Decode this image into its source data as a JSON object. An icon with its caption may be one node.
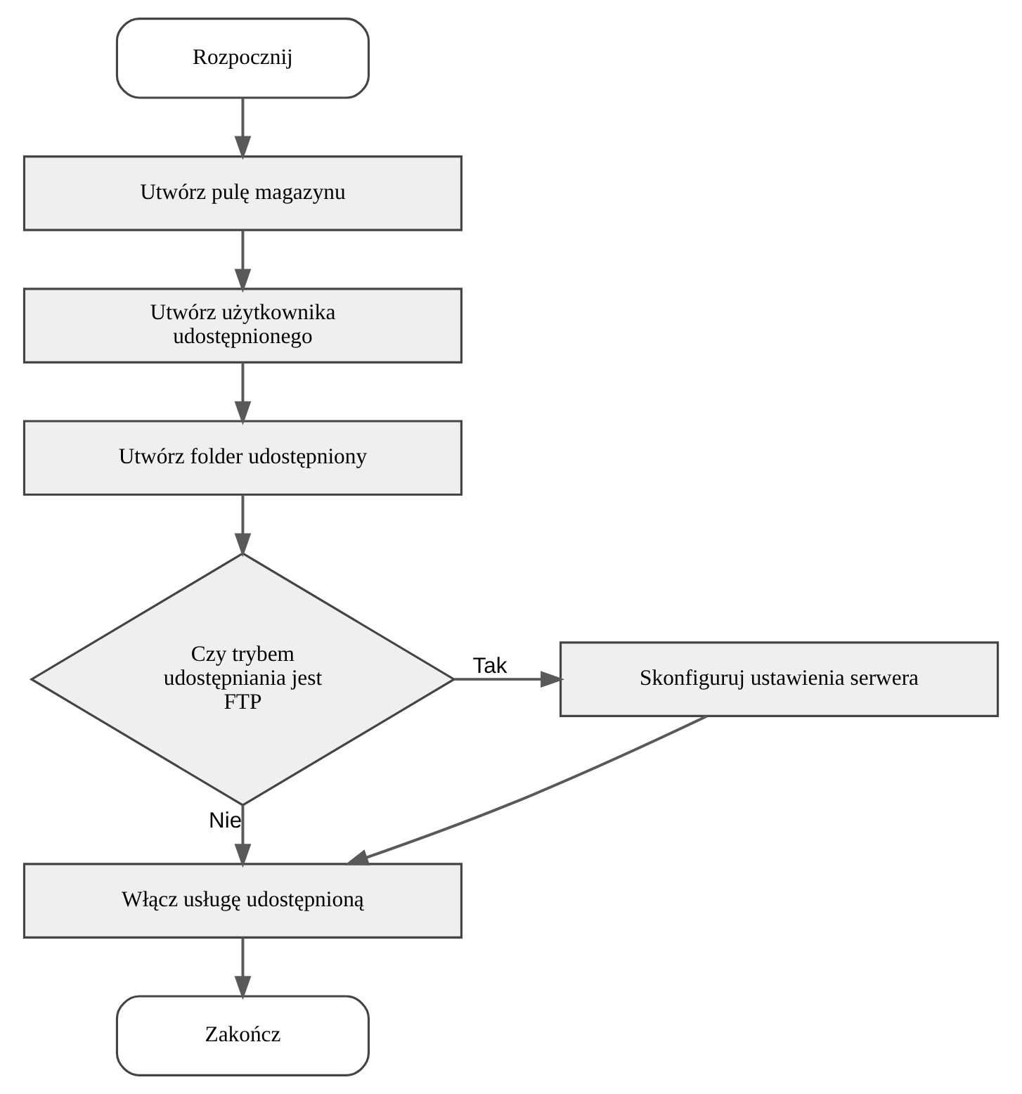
{
  "diagram": {
    "nodes": [
      {
        "text": [
          "Rozpocznij"
        ]
      },
      {
        "text": [
          "Utwórz pulę magazynu"
        ]
      },
      {
        "text": [
          "Utwórz użytkownika udostępnionego"
        ]
      },
      {
        "text": [
          "Utwórz folder udostępniony"
        ]
      },
      {
        "text": [
          "Czy trybem udostępniania jest FTP"
        ]
      },
      {
        "text": [
          "Skonfiguruj ustawienia serwera"
        ]
      },
      {
        "text": [
          "Włącz usługę udostępnioną"
        ]
      },
      {
        "text": [
          "Zakończ"
        ]
      }
    ],
    "edges": [
      {
        "from": 0,
        "to": 1,
        "arrow": "to"
      },
      {
        "from": 1,
        "to": 2,
        "arrow": "to"
      },
      {
        "from": 2,
        "to": 3,
        "arrow": "to"
      },
      {
        "from": 3,
        "to": 4,
        "arrow": "to"
      },
      {
        "from": 4,
        "to": 5,
        "arrow": "to",
        "label": "Tak"
      },
      {
        "from": 4,
        "to": 6,
        "arrow": "to",
        "label": "Nie"
      },
      {
        "from": 5,
        "to": 6,
        "arrow": "to"
      },
      {
        "from": 6,
        "to": 7,
        "arrow": "to"
      }
    ]
  }
}
